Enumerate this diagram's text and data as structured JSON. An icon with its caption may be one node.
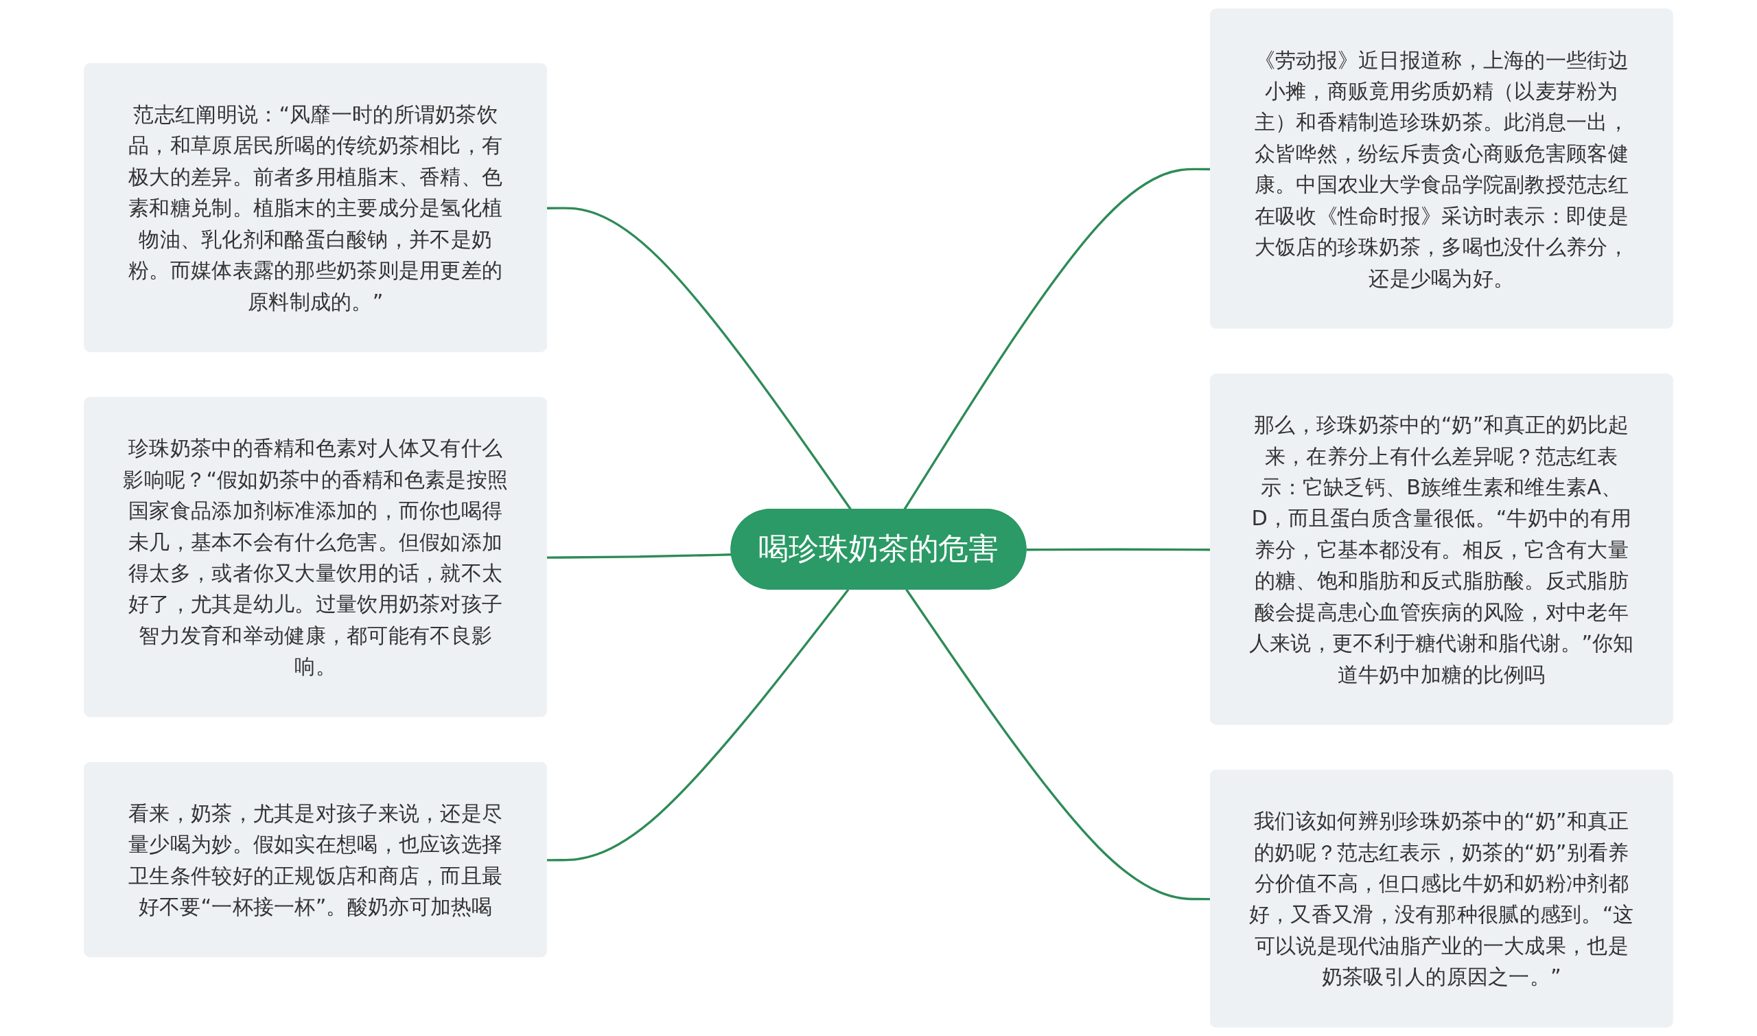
{
  "diagram": {
    "nodes": [
      {
        "text": [
          "喝珍珠奶茶的危害"
        ]
      },
      {
        "text": [
          "《劳动报》近日报道称，上海的一些街边小摊，商贩竟用劣质奶精（以麦芽粉为主）和香精制造珍珠奶茶。此消息一出，众皆哗然，纷纭斥责贪心商贩危害顾客健康。中国农业大学食品学院副教授范志红在吸收《性命时报》采访时表示：即使是大饭店的珍珠奶茶，多喝也没什么养分，还是少喝为好。"
        ]
      },
      {
        "text": [
          "那么，珍珠奶茶中的“奶”和真正的奶比起来，在养分上有什么差异呢？范志红表示：它缺乏钙、B族维生素和维生素A、D，而且蛋白质含量很低。“牛奶中的有用养分，它基本都没有。相反，它含有大量的糖、饱和脂肪和反式脂肪酸。反式脂肪酸会提高患心血管疾病的风险，对中老年人来说，更不利于糖代谢和脂代谢。”你知道牛奶中加糖的比例吗"
        ]
      },
      {
        "text": [
          "我们该如何辨别珍珠奶茶中的“奶”和真正的奶呢？范志红表示，奶茶的“奶”别看养分价值不高，但口感比牛奶和奶粉冲剂都好，又香又滑，没有那种很腻的感到。“这可以说是现代油脂产业的一大成果，也是奶茶吸引人的原因之一。”"
        ]
      },
      {
        "text": [
          "范志红阐明说：“风靡一时的所谓奶茶饮品，和草原居民所喝的传统奶茶相比，有极大的差异。前者多用植脂末、香精、色素和糖兑制。植脂末的主要成分是氢化植物油、乳化剂和酪蛋白酸钠，并不是奶粉。而媒体表露的那些奶茶则是用更差的原料制成的。”"
        ]
      },
      {
        "text": [
          "珍珠奶茶中的香精和色素对人体又有什么影响呢？“假如奶茶中的香精和色素是按照国家食品添加剂标准添加的，而你也喝得未几，基本不会有什么危害。但假如添加得太多，或者你又大量饮用的话，就不太好了，尤其是幼儿。过量饮用奶茶对孩子智力发育和举动健康，都可能有不良影响。"
        ]
      },
      {
        "text": [
          "看来，奶茶，尤其是对孩子来说，还是尽量少喝为妙。假如实在想喝，也应该选择卫生条件较好的正规饭店和商店，而且最好不要“一杯接一杯”。酸奶亦可加热喝"
        ]
      }
    ],
    "edges": [
      {
        "from": 0,
        "to": 1,
        "arrow": "none"
      },
      {
        "from": 0,
        "to": 2,
        "arrow": "none"
      },
      {
        "from": 0,
        "to": 3,
        "arrow": "none"
      },
      {
        "from": 4,
        "to": 0,
        "arrow": "none"
      },
      {
        "from": 5,
        "to": 0,
        "arrow": "none"
      },
      {
        "from": 6,
        "to": 0,
        "arrow": "none"
      }
    ]
  }
}
